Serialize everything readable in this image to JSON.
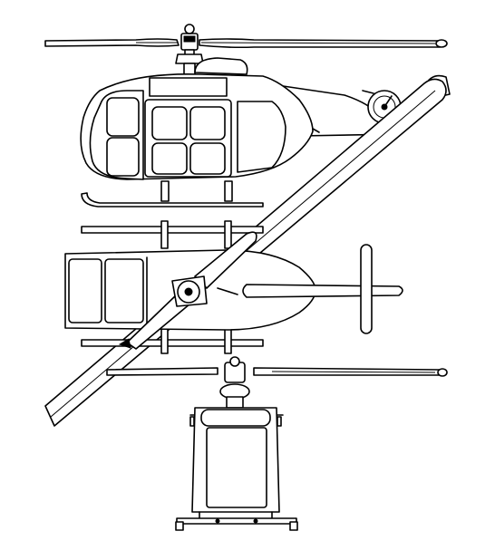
{
  "drawing": {
    "views": [
      "side-view",
      "top-view",
      "front-view"
    ],
    "line_color": "#000000",
    "background_color": "#ffffff"
  }
}
